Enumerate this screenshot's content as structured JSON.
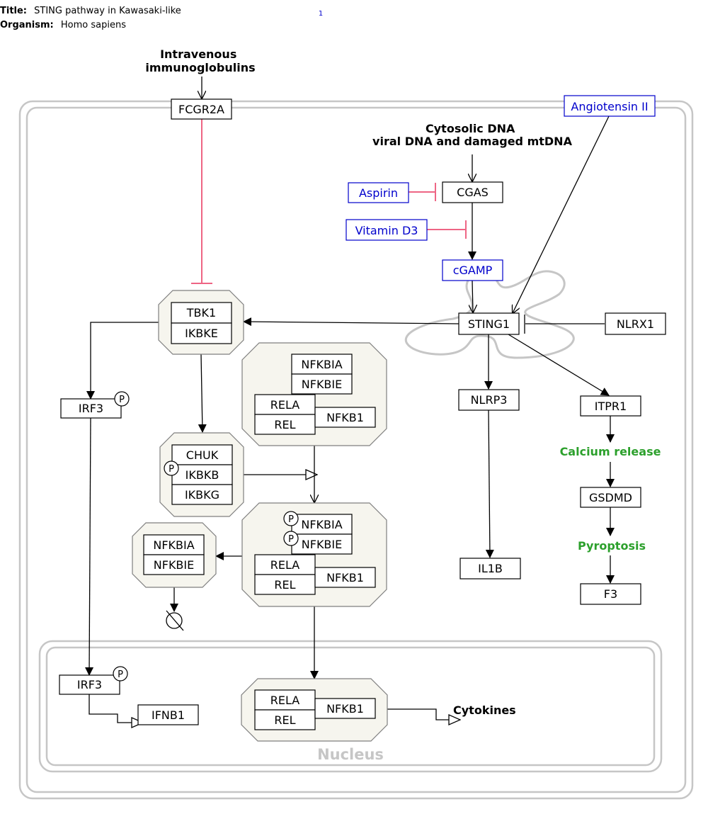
{
  "header": {
    "title_key": "Title:",
    "title_value": "STING pathway in Kawasaki-like",
    "organism_key": "Organism:",
    "organism_value": "Homo sapiens",
    "page_number": "1"
  },
  "labels": {
    "ivig": [
      "Intravenous",
      "immunoglobulins"
    ],
    "cytosolic_dna": [
      "Cytosolic DNA",
      "viral DNA and damaged mtDNA"
    ],
    "calcium_release": "Calcium release",
    "pyroptosis": "Pyroptosis",
    "cytokines": "Cytokines",
    "nucleus": "Nucleus"
  },
  "genes": {
    "fcgr2a": "FCGR2A",
    "cgas": "CGAS",
    "sting1": "STING1",
    "nlrx1": "NLRX1",
    "tbk1": "TBK1",
    "ikbke": "IKBKE",
    "irf3_cyto": "IRF3",
    "irf3_nuc": "IRF3",
    "nlrp3": "NLRP3",
    "itpr1": "ITPR1",
    "gsdmd": "GSDMD",
    "f3": "F3",
    "il1b": "IL1B",
    "chuk": "CHUK",
    "ikbkb": "IKBKB",
    "ikbkg": "IKBKG",
    "nfkbia_1": "NFKBIA",
    "nfkbie_1": "NFKBIE",
    "rela_1": "RELA",
    "rel_1": "REL",
    "nfkb1_1": "NFKB1",
    "nfkbia_2": "NFKBIA",
    "nfkbie_2": "NFKBIE",
    "rela_2": "RELA",
    "rel_2": "REL",
    "nfkb1_2": "NFKB1",
    "nfkbia_3": "NFKBIA",
    "nfkbie_3": "NFKBIE",
    "rela_3": "RELA",
    "rel_3": "REL",
    "nfkb1_3": "NFKB1",
    "ifnb1": "IFNB1"
  },
  "drugs": {
    "angiotensin": "Angiotensin II",
    "aspirin": "Aspirin",
    "vitamin_d3": "Vitamin D3",
    "cgamp": "cGAMP"
  },
  "phospho_symbol": "P",
  "colors": {
    "drug_border": "#0000cc",
    "inhibition": "#e8325c",
    "phenotype": "#2ca02c",
    "complex_fill": "#f6f5ee",
    "membrane": "#c6c6c6"
  }
}
